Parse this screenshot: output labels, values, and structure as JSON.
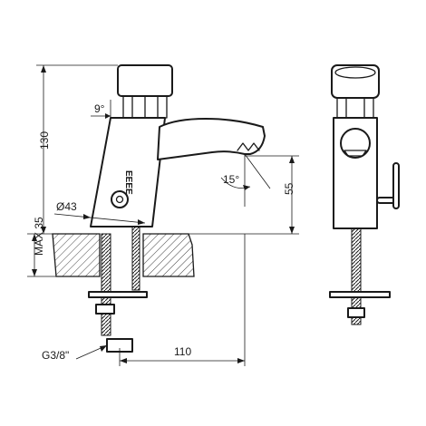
{
  "dimensions": {
    "height_total": "130",
    "angle_top": "9°",
    "angle_spout": "15°",
    "diameter": "Ø43",
    "spout_height": "55",
    "max_thickness": "MAX 35",
    "connection": "G3/8\"",
    "reach": "110"
  },
  "body_marking": "EEEE"
}
